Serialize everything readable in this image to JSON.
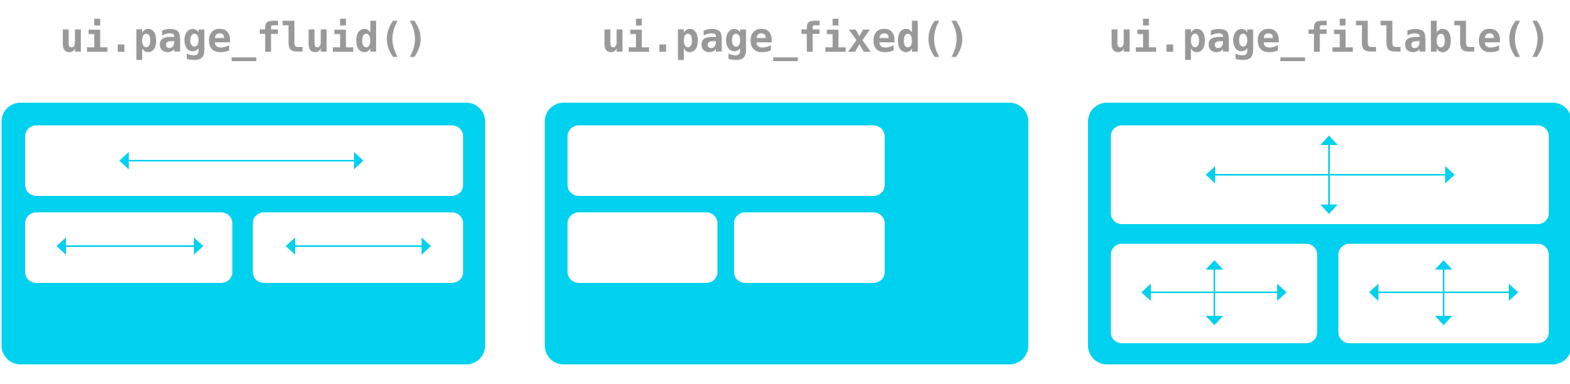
{
  "colors": {
    "accent": "#00D1EE",
    "title": "#999999",
    "box": "#FFFFFF"
  },
  "layouts": [
    {
      "title": "ui.page_fluid()",
      "arrows": "horizontal"
    },
    {
      "title": "ui.page_fixed()",
      "arrows": "none"
    },
    {
      "title": "ui.page_fillable()",
      "arrows": "horizontal-and-vertical"
    }
  ]
}
